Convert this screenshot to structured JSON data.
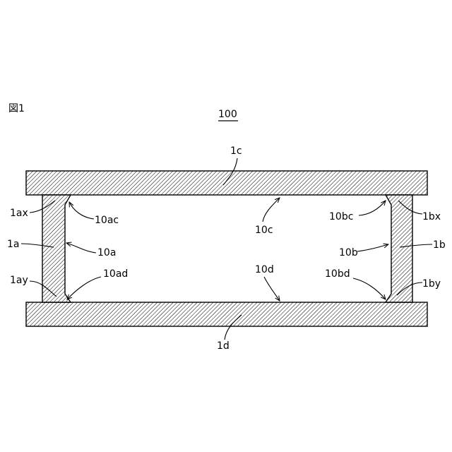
{
  "figure": {
    "caption": "図1",
    "reference_numeral": "100"
  },
  "labels": {
    "top_plate": "1c",
    "bottom_plate": "1d",
    "left_wall": "1a",
    "right_wall": "1b",
    "left_top_fillet": "1ax",
    "left_bottom_fillet": "1ay",
    "right_top_fillet": "1bx",
    "right_bottom_fillet": "1by",
    "surface_left_top_corner": "10ac",
    "surface_left": "10a",
    "surface_left_bottom_corner": "10ad",
    "surface_top": "10c",
    "surface_bottom": "10d",
    "surface_right_top_corner": "10bc",
    "surface_right": "10b",
    "surface_right_bottom_corner": "10bd"
  }
}
